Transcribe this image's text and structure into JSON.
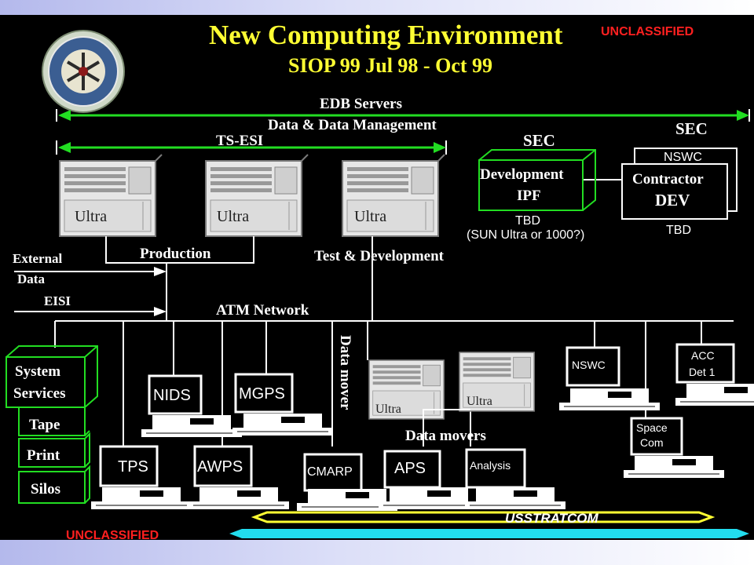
{
  "title": "New Computing Environment",
  "subtitle": "SIOP 99    Jul 98 - Oct 99",
  "classification_top": "UNCLASSIFIED",
  "classification_bottom": "UNCLASSIFIED",
  "labels": {
    "edb_servers": "EDB Servers",
    "data_mgmt": "Data & Data Management",
    "ts_esi": "TS-ESI",
    "sec1": "SEC",
    "sec2": "SEC",
    "dev_ipf_1": "Development",
    "dev_ipf_2": "IPF",
    "tbd1": "TBD",
    "sun_ultra": "(SUN Ultra or 1000?)",
    "nswc_top": "NSWC",
    "contractor_1": "Contractor",
    "contractor_2": "DEV",
    "tbd2": "TBD",
    "ultra1": "Ultra",
    "ultra2": "Ultra",
    "ultra3": "Ultra",
    "production": "Production",
    "test_dev": "Test & Development",
    "external_1": "External",
    "external_2": "Data",
    "eisi": "EISI",
    "atm": "ATM Network",
    "data_mover_v": "Data mover",
    "ultra4": "Ultra",
    "ultra5": "Ultra",
    "data_movers": "Data movers",
    "sys_services_1": "System",
    "sys_services_2": "Services",
    "tape": "Tape",
    "print": "Print",
    "silos": "Silos",
    "nids": "NIDS",
    "mgps": "MGPS",
    "tps": "TPS",
    "awps": "AWPS",
    "cmarp": "CMARP",
    "aps": "APS",
    "analysis": "Analysis",
    "nswc": "NSWC",
    "acc_1": "ACC",
    "acc_2": "Det 1",
    "space_1": "Space",
    "space_2": "Com",
    "usstratcom": "USSTRATCOM"
  },
  "colors": {
    "title": "#ffff33",
    "classification": "#ff2020",
    "bracket": "#22dd22",
    "box_green": "#22dd22",
    "line": "#ffffff",
    "bar_yellow": "#ffff33",
    "bar_cyan": "#22ddee"
  }
}
